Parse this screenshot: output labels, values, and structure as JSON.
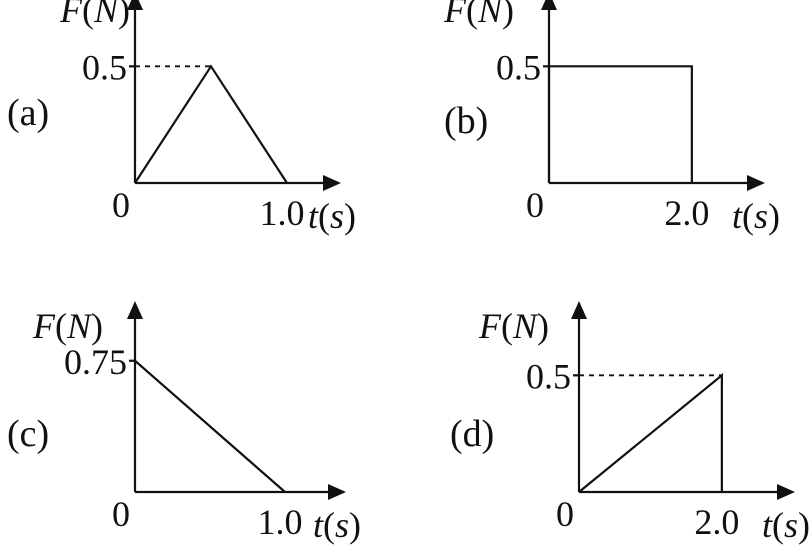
{
  "chart_data": [
    {
      "type": "line",
      "panel_label": "(a)",
      "y_axis_label": {
        "var": "F",
        "unit": "N"
      },
      "x_axis_label": {
        "var": "t",
        "unit": "s"
      },
      "origin_label": "0",
      "x_tick_labels": [
        "1.0"
      ],
      "y_tick_labels": [
        "0.5"
      ],
      "x": [
        0,
        0.5,
        1.0
      ],
      "y": [
        0,
        0.5,
        0
      ],
      "guides": [
        {
          "x": 0.5,
          "y": 0.5
        }
      ],
      "xlim": [
        0,
        1.25
      ],
      "ylim": [
        0,
        0.75
      ]
    },
    {
      "type": "line",
      "panel_label": "(b)",
      "y_axis_label": {
        "var": "F",
        "unit": "N"
      },
      "x_axis_label": {
        "var": "t",
        "unit": "s"
      },
      "origin_label": "0",
      "x_tick_labels": [
        "2.0"
      ],
      "y_tick_labels": [
        "0.5"
      ],
      "x": [
        0,
        0,
        2.0,
        2.0
      ],
      "y": [
        0,
        0.5,
        0.5,
        0
      ],
      "guides": [],
      "xlim": [
        0,
        2.8
      ],
      "ylim": [
        0,
        0.75
      ]
    },
    {
      "type": "line",
      "panel_label": "(c)",
      "y_axis_label": {
        "var": "F",
        "unit": "N"
      },
      "x_axis_label": {
        "var": "t",
        "unit": "s"
      },
      "origin_label": "0",
      "x_tick_labels": [
        "1.0"
      ],
      "y_tick_labels": [
        "0.75"
      ],
      "x": [
        0,
        1.0
      ],
      "y": [
        0.75,
        0
      ],
      "guides": [],
      "xlim": [
        0,
        1.3
      ],
      "ylim": [
        0,
        1.0
      ]
    },
    {
      "type": "line",
      "panel_label": "(d)",
      "y_axis_label": {
        "var": "F",
        "unit": "N"
      },
      "x_axis_label": {
        "var": "t",
        "unit": "s"
      },
      "origin_label": "0",
      "x_tick_labels": [
        "2.0"
      ],
      "y_tick_labels": [
        "0.5"
      ],
      "x": [
        0,
        2.0,
        2.0
      ],
      "y": [
        0,
        0.5,
        0
      ],
      "guides": [
        {
          "x": 2.0,
          "y": 0.5
        }
      ],
      "xlim": [
        0,
        2.8
      ],
      "ylim": [
        0,
        0.75
      ]
    }
  ]
}
